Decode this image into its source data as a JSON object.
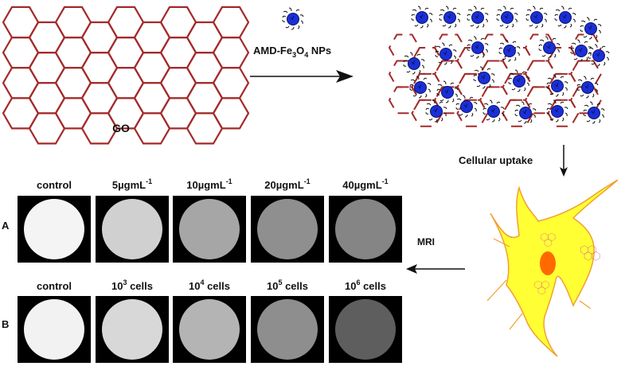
{
  "labels": {
    "go": "GO",
    "nanoparticles": "AMD-Fe",
    "nanoparticles_sub": "3",
    "nanoparticles_mid": "O",
    "nanoparticles_sub2": "4",
    "nanoparticles_end": " NPs",
    "uptake": "Cellular uptake",
    "mri": "MRI",
    "row_a": "A",
    "row_b": "B"
  },
  "row_a": [
    {
      "main": "control",
      "sup": "",
      "tail": "",
      "gray": "#f4f4f4"
    },
    {
      "main": "5µgmL",
      "sup": "-1",
      "tail": "",
      "gray": "#d0d0d0"
    },
    {
      "main": "10µgmL",
      "sup": "-1",
      "tail": "",
      "gray": "#a6a6a6"
    },
    {
      "main": "20µgmL",
      "sup": "-1",
      "tail": "",
      "gray": "#8f8f8f"
    },
    {
      "main": "40µgmL",
      "sup": "-1",
      "tail": "",
      "gray": "#858585"
    }
  ],
  "row_b": [
    {
      "main": "control",
      "sup": "",
      "tail": "",
      "gray": "#f2f2f2"
    },
    {
      "main": "10",
      "sup": "3",
      "tail": " cells",
      "gray": "#d8d8d8"
    },
    {
      "main": "10",
      "sup": "4",
      "tail": " cells",
      "gray": "#b4b4b4"
    },
    {
      "main": "10",
      "sup": "5",
      "tail": " cells",
      "gray": "#8e8e8e"
    },
    {
      "main": "10",
      "sup": "6",
      "tail": " cells",
      "gray": "#5e5e5e"
    }
  ],
  "colors": {
    "graphene": "#a32a2a",
    "nanoparticle": "#1a2fd6",
    "cell_fill": "#ffff33",
    "cell_edge": "#f0a030",
    "nucleus": "#ff6a00"
  }
}
